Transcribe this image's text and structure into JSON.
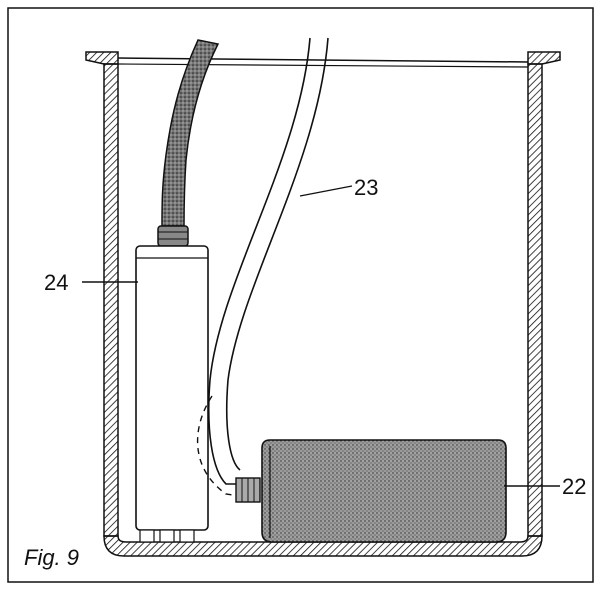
{
  "figure": {
    "caption": "Fig. 9",
    "callouts": {
      "label_22": "22",
      "label_23": "23",
      "label_24": "24"
    }
  },
  "colors": {
    "ink": "#111111",
    "paper": "#ffffff",
    "stipple": "#8a8a8a"
  }
}
